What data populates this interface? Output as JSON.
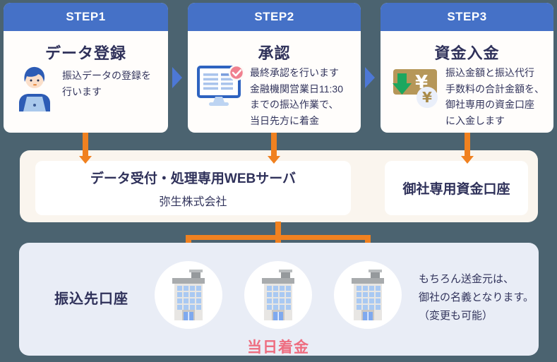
{
  "colors": {
    "background": "#4b6370",
    "step_header_blue": "#4571c7",
    "arrow_orange": "#f08120",
    "chevron_blue": "#4d78d6",
    "middle_band": "#faf5ee",
    "bottom_band": "#e9edf6",
    "text_navy": "#2f315a",
    "highlight_pink": "#ee6d80"
  },
  "steps": [
    {
      "badge": "STEP1",
      "title": "データ登録",
      "description": "振込データの登録を\n行います",
      "icon": "person-at-laptop-icon"
    },
    {
      "badge": "STEP2",
      "title": "承認",
      "description": "最終承認を行います\n金融機関営業日11:30\nまでの振込作業で、\n当日先方に着金",
      "icon": "monitor-check-icon"
    },
    {
      "badge": "STEP3",
      "title": "資金入金",
      "description": "振込金額と振込代行\n手数料の合計金額を、\n御社専用の資金口座\nに入金します",
      "icon": "money-deposit-icon"
    }
  ],
  "middle": {
    "server_card": {
      "title": "データ受付・処理専用WEBサーバ",
      "subtitle": "弥生株式会社"
    },
    "account_card": {
      "label": "御社専用資金口座"
    }
  },
  "bottom": {
    "label": "振込先口座",
    "highlight": "当日着金",
    "note": "もちろん送金元は、\n御社の名義となります。\n（変更も可能）",
    "bank_icon": "office-building-icon"
  }
}
